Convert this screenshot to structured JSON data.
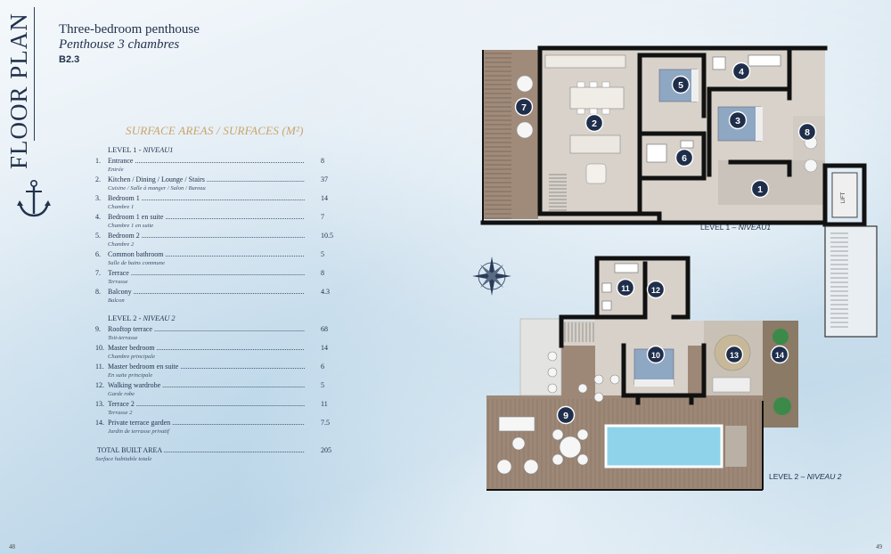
{
  "spine": {
    "title": "FLOOR PLAN"
  },
  "header": {
    "title_en": "Three-bedroom penthouse",
    "title_fr": "Penthouse 3 chambres",
    "code": "B2.3"
  },
  "surface_title": "SURFACE AREAS / SURFACES (M²)",
  "level1": {
    "label": "LEVEL 1",
    "sep": " - ",
    "label_fr": "NIVEAU1"
  },
  "level2": {
    "label": "LEVEL 2",
    "sep": " - ",
    "label_fr": "NIVEAU 2"
  },
  "rooms": [
    {
      "num": "1.",
      "name": "Entrance",
      "name_fr": "Entrée",
      "area": "8"
    },
    {
      "num": "2.",
      "name": "Kitchen / Dining / Lounge / Stairs",
      "name_fr": "Cuisine / Salle à manger / Salon / Bureau",
      "area": "37"
    },
    {
      "num": "3.",
      "name": "Bedroom 1",
      "name_fr": "Chambre 1",
      "area": "14"
    },
    {
      "num": "4.",
      "name": "Bedroom 1 en suite",
      "name_fr": "Chambre 1 en suite",
      "area": "7"
    },
    {
      "num": "5.",
      "name": "Bedroom 2",
      "name_fr": "Chambre 2",
      "area": "10.5"
    },
    {
      "num": "6.",
      "name": "Common bathroom",
      "name_fr": "Salle de bains commune",
      "area": "5"
    },
    {
      "num": "7.",
      "name": "Terrace",
      "name_fr": "Terrasse",
      "area": "8"
    },
    {
      "num": "8.",
      "name": "Balcony",
      "name_fr": "Balcon",
      "area": "4.3"
    },
    {
      "num": "9.",
      "name": "Rooftop terrace",
      "name_fr": "Toit-terrasse",
      "area": "68"
    },
    {
      "num": "10.",
      "name": "Master bedroom",
      "name_fr": "Chambre principale",
      "area": "14"
    },
    {
      "num": "11.",
      "name": "Master bedroom en suite",
      "name_fr": "En suite principale",
      "area": "6"
    },
    {
      "num": "12.",
      "name": "Walking wardrobe",
      "name_fr": "Garde robe",
      "area": "5"
    },
    {
      "num": "13.",
      "name": "Terrace 2",
      "name_fr": "Terrasse 2",
      "area": "11"
    },
    {
      "num": "14.",
      "name": "Private terrace garden",
      "name_fr": "Jardin de terrasse privatif",
      "area": "7.5"
    }
  ],
  "total": {
    "label": "TOTAL BUILT AREA",
    "label_fr": "Surface habitable totale",
    "area": "205"
  },
  "plan_labels": {
    "level1": {
      "en": "LEVEL 1",
      "sep": " – ",
      "fr": "NIVEAU1"
    },
    "level2": {
      "en": "LEVEL 2",
      "sep": " – ",
      "fr": "NIVEAU 2"
    },
    "lift": "LIFT",
    "markers": [
      "1",
      "2",
      "3",
      "4",
      "5",
      "6",
      "7",
      "8",
      "9",
      "10",
      "11",
      "12",
      "13",
      "14"
    ]
  },
  "pages": {
    "left": "48",
    "right": "49"
  },
  "colors": {
    "navy": "#1e2f4a",
    "gold": "#c9a46b",
    "wall": "#111111",
    "floor": "#d9d3cc",
    "deck": "#9d8877",
    "pool": "#8fd3ea",
    "bed": "#8aa3bf"
  }
}
